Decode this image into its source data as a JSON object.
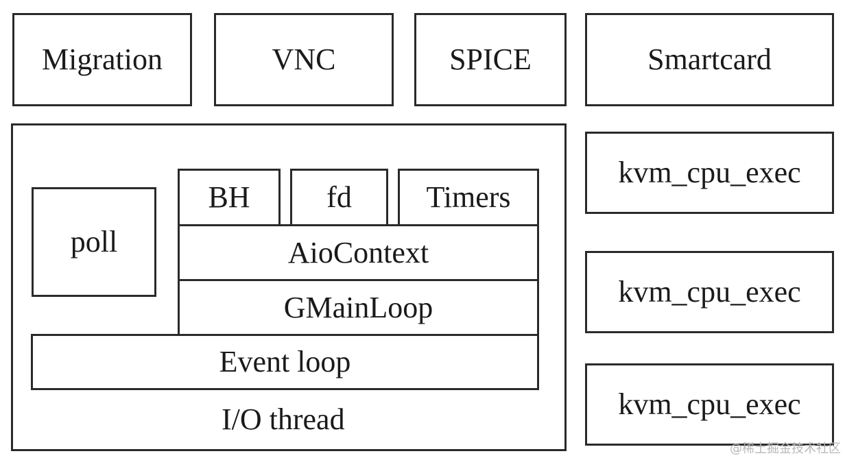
{
  "top_row": {
    "migration": "Migration",
    "vnc": "VNC",
    "spice": "SPICE",
    "smartcard": "Smartcard"
  },
  "io_thread": {
    "label": "I/O thread",
    "poll": "poll",
    "bh": "BH",
    "fd": "fd",
    "timers": "Timers",
    "aio_context": "AioContext",
    "gmainloop": "GMainLoop",
    "event_loop": "Event loop"
  },
  "vcpu_threads": [
    {
      "label": "kvm_cpu_exec"
    },
    {
      "label": "kvm_cpu_exec"
    },
    {
      "label": "kvm_cpu_exec"
    }
  ],
  "watermark": "@稀土掘金技术社区"
}
